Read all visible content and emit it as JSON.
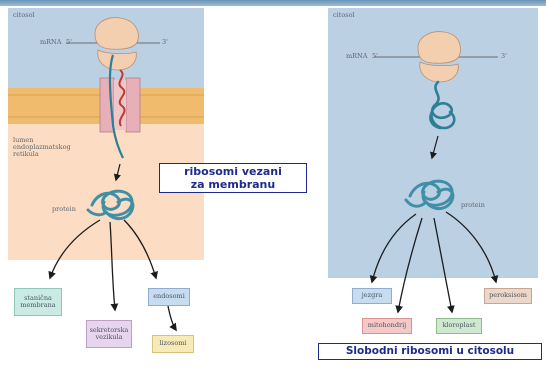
{
  "left": {
    "cytosol_label": "citosol",
    "mrna_label": "mRNA",
    "five_prime": "5'",
    "three_prime": "3'",
    "er_lumen_label": "lumen\nendoplazmatskog\nretikula",
    "protein_label": "protein",
    "boxes": {
      "membrane": "stanična\nmembrana",
      "endosome": "endosomi",
      "vesicle": "sekretorska\nvezikula",
      "lysosome": "lizosomi"
    },
    "callout": "ribosomi vezani\nza membranu",
    "colors": {
      "cytosol": "#bcd0e3",
      "membrane": "#f0bb6d",
      "lumen": "#fcdcc2",
      "ribosome": "#f3cfb0",
      "protein": "#3f8fa7",
      "mrna_in_channel": "#c0392b"
    }
  },
  "right": {
    "cytosol_label": "citosol",
    "mrna_label": "mRNA",
    "five_prime": "5'",
    "three_prime": "3'",
    "protein_label": "protein",
    "boxes": {
      "nucleus": "jezgra",
      "peroxisome": "peroksisom",
      "mitochondrion": "mitohondrij",
      "chloroplast": "kloroplast"
    },
    "callout": "Slobodni ribosomi u citosolu",
    "colors": {
      "cytosol": "#bcd0e3",
      "ribosome": "#f3cfb0",
      "protein": "#3f8fa7"
    }
  }
}
